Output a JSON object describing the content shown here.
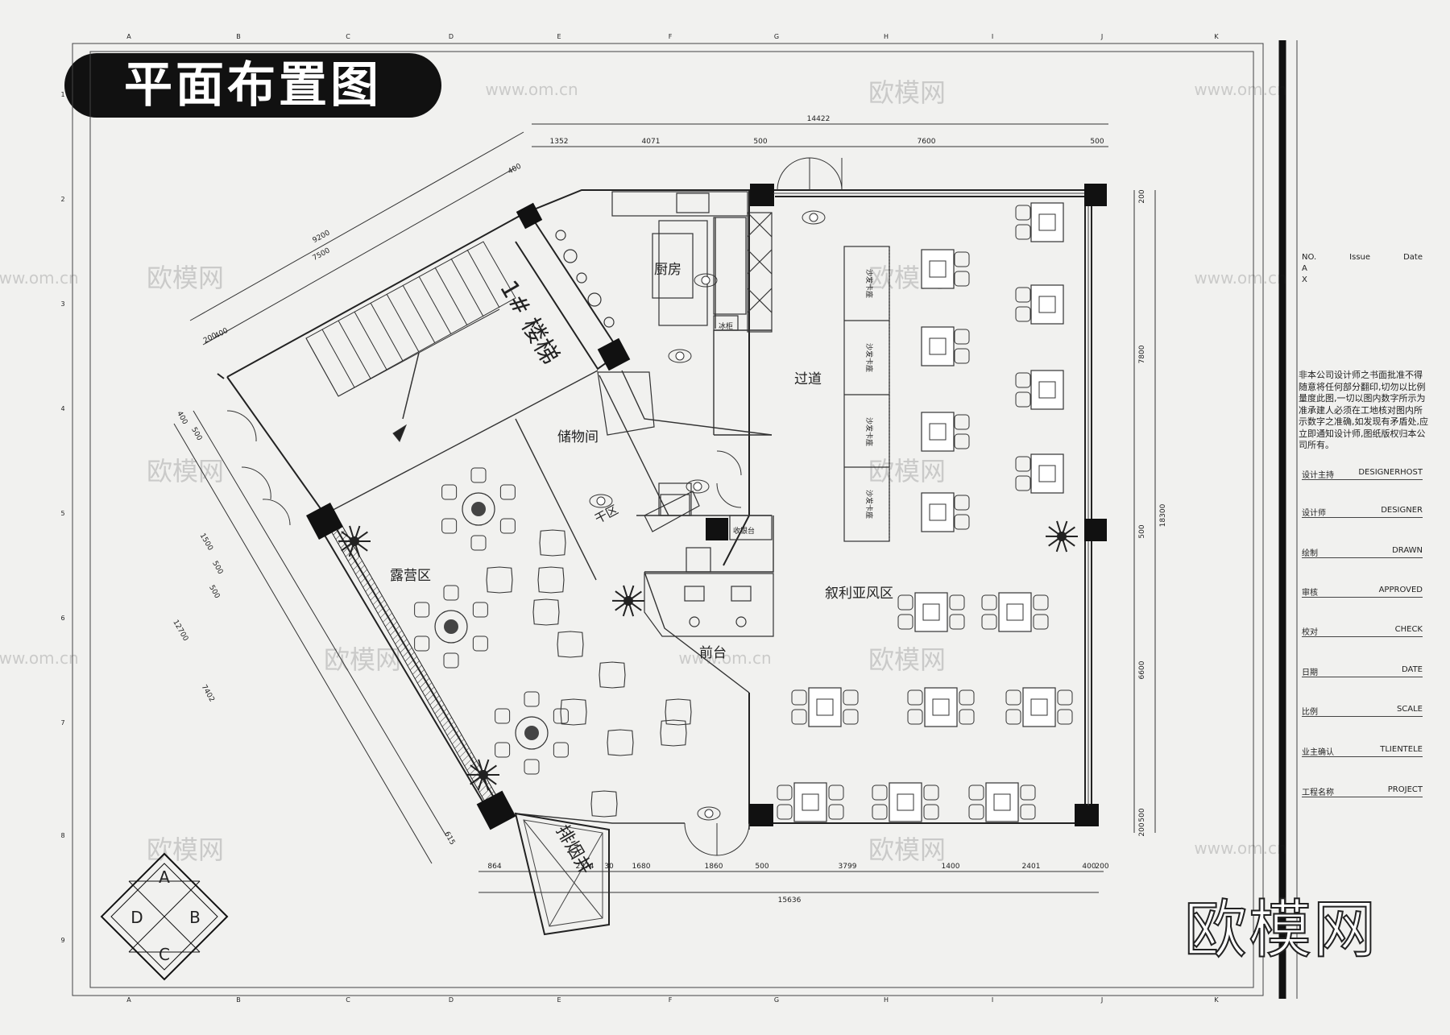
{
  "title": "平面布置图",
  "logo": "欧模网",
  "watermarks": [
    "欧模网",
    "www.om.cn"
  ],
  "grid_letters": [
    "A",
    "B",
    "C",
    "D",
    "E",
    "F",
    "G",
    "H",
    "I",
    "J",
    "K"
  ],
  "grid_numbers": [
    "1",
    "2",
    "3",
    "4",
    "5",
    "6",
    "7",
    "8",
    "9"
  ],
  "rooms": {
    "stair": "1# 楼梯",
    "kitchen": "厨房",
    "corridor": "过道",
    "storage": "储物间",
    "dry_zone": "干区",
    "camping": "露营区",
    "front_desk": "前台",
    "syria_zone": "叙利亚风区",
    "smoke_shaft": "排烟井"
  },
  "small_labels": {
    "bench": "沙发卡座",
    "freezer": "冰柜",
    "bar": "收银台"
  },
  "dims_top": {
    "total": "14422",
    "segments": [
      "1352",
      "4071",
      "500",
      "7600",
      "500"
    ]
  },
  "dims_bottom": {
    "total": "15636",
    "segments": [
      "864",
      "2374",
      "30",
      "1680",
      "1860",
      "500",
      "3799",
      "1400",
      "2401",
      "400",
      "200"
    ]
  },
  "dims_right": {
    "total": "18300",
    "segments": [
      "200",
      "7800",
      "500",
      "6600",
      "500",
      "200"
    ]
  },
  "dims_left_upper": [
    "9200",
    "7500",
    "400",
    "200",
    "400"
  ],
  "dims_left_side": [
    "12700",
    "7402",
    "1500",
    "500",
    "500",
    "500",
    "615",
    "400"
  ],
  "compass": {
    "north": "A",
    "east": "B",
    "south": "C",
    "west": "D"
  },
  "title_block": {
    "issue_header": {
      "no": "NO.",
      "issue": "Issue",
      "date": "Date"
    },
    "issue_rows": [
      "A",
      "X"
    ],
    "note": "非本公司设计师之书面批准不得随意将任何部分翻印,切勿以比例量度此图,一切以图内数字所示为准承建人必须在工地核对图内所示数字之准确,如发现有矛盾处,应立即通知设计师,图纸版权归本公司所有。",
    "rows": [
      {
        "cn": "设计主持",
        "en": "DESIGNERHOST"
      },
      {
        "cn": "设计师",
        "en": "DESIGNER"
      },
      {
        "cn": "绘制",
        "en": "DRAWN"
      },
      {
        "cn": "审核",
        "en": "APPROVED"
      },
      {
        "cn": "校对",
        "en": "CHECK"
      },
      {
        "cn": "日期",
        "en": "DATE"
      },
      {
        "cn": "比例",
        "en": "SCALE"
      },
      {
        "cn": "业主确认",
        "en": "TLIENTELE"
      },
      {
        "cn": "工程名称",
        "en": "PROJECT"
      }
    ]
  }
}
